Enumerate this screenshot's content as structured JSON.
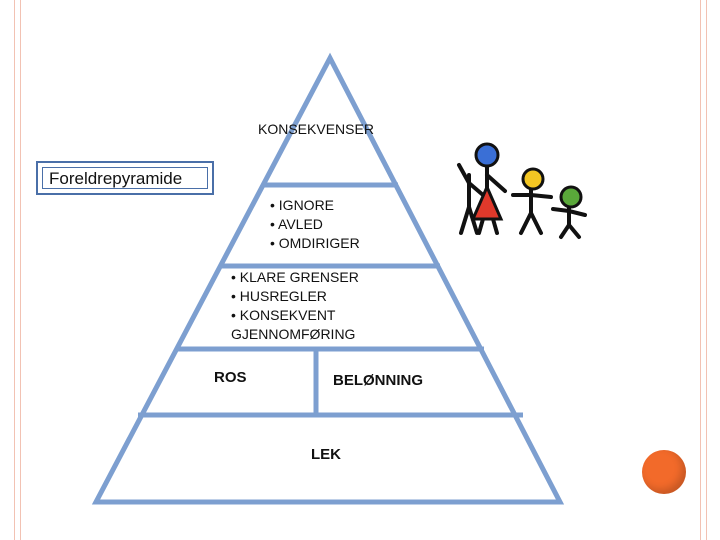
{
  "diagram": {
    "title": "Foreldrepyramide",
    "levels": {
      "top": {
        "label": "KONSEKVENSER"
      },
      "second": {
        "items": [
          "• IGNORE",
          "• AVLED",
          "• OMDIRIGER"
        ]
      },
      "third": {
        "items": [
          "• KLARE GRENSER",
          "• HUSREGLER",
          "• KONSEKVENT",
          "GJENNOMFØRING"
        ]
      },
      "fourth": {
        "left": "ROS",
        "right": "BELØNNING"
      },
      "base": {
        "label": "LEK"
      }
    }
  },
  "colors": {
    "pyramid_stroke": "#7d9fd0",
    "pyramid_fill": "#ffffff",
    "frame_accent": "#f2c2b3",
    "title_border": "#4a6fa8",
    "orange_dot": "#f26a2a",
    "family_figures": [
      "#3a6fd6",
      "#e0392b",
      "#f3c623",
      "#5aa83a"
    ]
  }
}
